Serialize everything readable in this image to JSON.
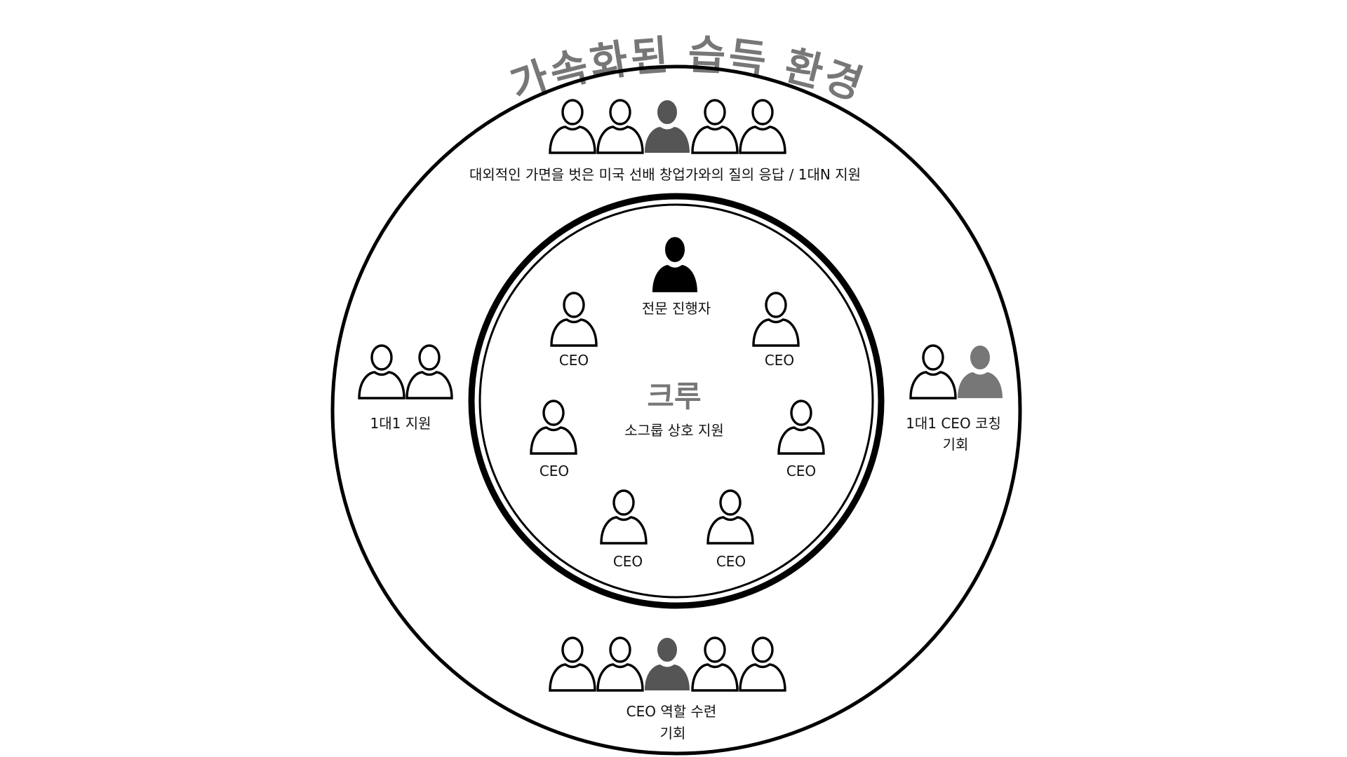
{
  "title": "가속화된 습득 환경",
  "colors": {
    "title": "#777777",
    "dark_person": "#555555",
    "gray_person": "#777777",
    "black_person": "#000000"
  },
  "top_group": {
    "label": "대외적인 가면을 벗은 미국 선배 창업가와의 질의 응답 / 1대N 지원"
  },
  "inner": {
    "facilitator": "전문 진행자",
    "crew_title": "크루",
    "crew_subtitle": "소그룹 상호 지원",
    "ceos": [
      "CEO",
      "CEO",
      "CEO",
      "CEO",
      "CEO",
      "CEO"
    ]
  },
  "left_group": {
    "label": "1대1 지원"
  },
  "right_group": {
    "label_line1": "1대1 CEO 코칭",
    "label_line2": "기회"
  },
  "bottom_group": {
    "label_line1": "CEO 역할 수련",
    "label_line2": "기회"
  }
}
